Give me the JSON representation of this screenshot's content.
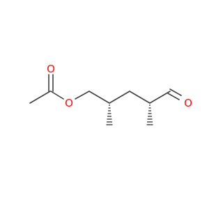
{
  "molecule": {
    "atoms": [
      {
        "id": "ester_o",
        "label": "O",
        "color": "#ff0d0d"
      },
      {
        "id": "carbonyl_o",
        "label": "O",
        "color": "#ff0d0d"
      },
      {
        "id": "aldehyde_o",
        "label": "O",
        "color": "#ff0d0d"
      }
    ],
    "bond_color": "#404040",
    "heteroatom_color": "#ff0d0d",
    "stereo_bonds": [
      "hashed-wedge",
      "hashed-wedge"
    ]
  }
}
